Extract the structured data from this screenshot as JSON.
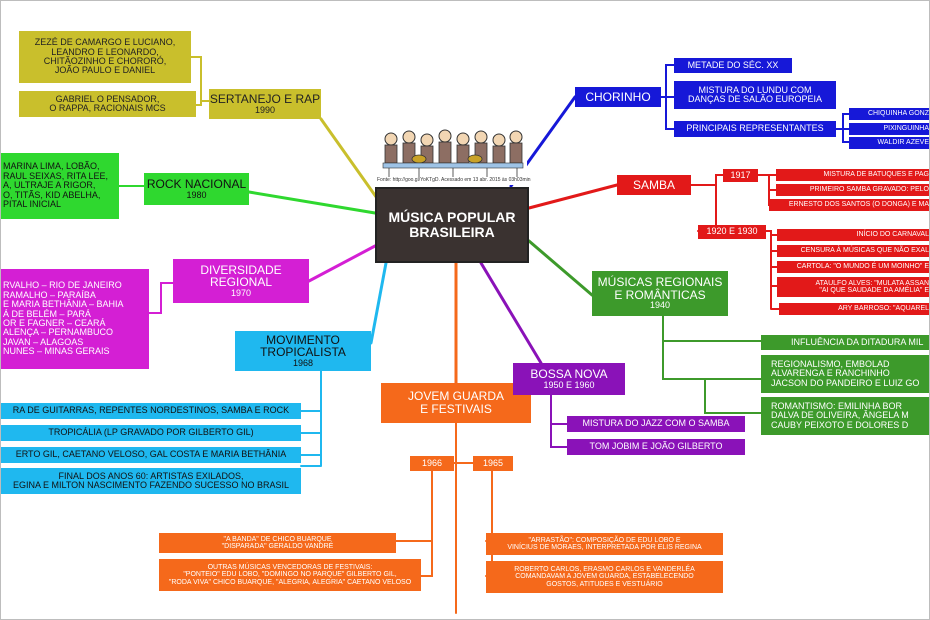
{
  "center": {
    "lines": [
      "MÚSICA POPULAR",
      "BRASILEIRA"
    ]
  },
  "source_caption": "Fonte: http://goo.gl/YoKTgD. Acessado em 13 abr. 2015 às 03h03min",
  "sertanejo": {
    "title": "SERTANEJO E RAP",
    "year": "1990",
    "item1": [
      "ZEZÉ DE CAMARGO E LUCIANO,",
      "LEANDRO E LEONARDO,",
      "CHITÃOZINHO E CHORORÓ,",
      "JOÃO PAULO E DANIEL"
    ],
    "item2": [
      "GABRIEL O PENSADOR,",
      "O RAPPA, RACIONAIS MCS"
    ]
  },
  "rock": {
    "title": "ROCK NACIONAL",
    "year": "1980",
    "item": [
      "MARINA LIMA, LOBÃO,",
      "RAUL SEIXAS, RITA LEE,",
      "A, ULTRAJE A RIGOR,",
      "O, TITÃS, KID ABELHA,",
      "PITAL INICIAL"
    ]
  },
  "diversidade": {
    "title": [
      "DIVERSIDADE",
      "REGIONAL"
    ],
    "year": "1970",
    "item": [
      "RVALHO – RIO DE JANEIRO",
      "RAMALHO – PARAÍBA",
      "E MARIA BETHÂNIA – BAHIA",
      "Á DE BELÉM – PARÁ",
      "OR E FAGNER – CEARÁ",
      "ALENÇA – PERNAMBUCO",
      "JAVAN – ALAGOAS",
      "NUNES – MINAS GERAIS"
    ]
  },
  "tropicalista": {
    "title": [
      "MOVIMENTO",
      "TROPICALISTA"
    ],
    "year": "1968",
    "items": [
      [
        "RA DE GUITARRAS, REPENTES NORDESTINOS, SAMBA E ROCK"
      ],
      [
        "TROPICÁLIA (LP GRAVADO POR GILBERTO GIL)"
      ],
      [
        "ERTO GIL, CAETANO VELOSO, GAL COSTA E MARIA BETHÂNIA"
      ],
      [
        "FINAL DOS ANOS 60: ARTISTAS EXILADOS,",
        "EGINA E MILTON NASCIMENTO FAZENDO SUCESSO NO BRASIL"
      ]
    ]
  },
  "jovem": {
    "title": [
      "JOVEM GUARDA",
      "E FESTIVAIS"
    ],
    "y1966": "1966",
    "y1965": "1965",
    "left1": [
      "\"A BANDA\" DE CHICO BUARQUE",
      "\"DISPARADA\" GERALDO VANDRÉ"
    ],
    "left2": [
      "OUTRAS MÚSICAS VENCEDORAS DE FESTIVAIS:",
      "\"PONTEIO\" EDU LOBO, \"DOMINGO NO PARQUE\" GILBERTO GIL,",
      "\"RODA VIVA\" CHICO BUARQUE, \"ALEGRIA, ALEGRIA\" CAETANO VELOSO"
    ],
    "right1": [
      "\"ARRASTÃO\": COMPOSIÇÃO DE EDU LOBO E",
      "VINÍCIUS DE MORAES, INTERPRETADA POR ELIS REGINA"
    ],
    "right2": [
      "ROBERTO CARLOS, ERASMO CARLOS E VANDERLÉA",
      "COMANDAVAM A JOVEM GUARDA, ESTABELECENDO",
      "GOSTOS, ATITUDES E VESTUÁRIO"
    ]
  },
  "bossa": {
    "title": "BOSSA NOVA",
    "year": "1950 E 1960",
    "items": [
      "MISTURA DO JAZZ COM O SAMBA",
      "TOM JOBIM E JOÃO GILBERTO"
    ]
  },
  "chorinho": {
    "title": "CHORINHO",
    "items": [
      [
        "METADE DO SÉC. XX"
      ],
      [
        "MISTURA DO LUNDU COM",
        "DANÇAS DE SALÃO EUROPEIA"
      ],
      [
        "PRINCIPAIS REPRESENTANTES"
      ]
    ],
    "reps": [
      "CHIQUINHA GONZ",
      "PIXINGUINHA",
      "WALDIR AZEVE"
    ]
  },
  "samba": {
    "title": "SAMBA",
    "y1917": "1917",
    "y1920": "1920 E 1930",
    "items1917": [
      "MISTURA DE BATUQUES E PAG",
      "PRIMEIRO SAMBA GRAVADO: PELO",
      "ERNESTO DOS SANTOS (O DONGA) E MA"
    ],
    "items1920": [
      [
        "INÍCIO DO CARNAVAL"
      ],
      [
        "CENSURA À MÚSICAS QUE NÃO EXAL"
      ],
      [
        "CARTOLA: \"O MUNDO É UM MOINHO\" E"
      ],
      [
        "ATAULFO ALVES: \"MULATA ASSAN",
        "\"AI QUE SAUDADE DA AMÉLIA\" E"
      ],
      [
        "ARY BARROSO: \"AQUAREL"
      ]
    ]
  },
  "regionais": {
    "title": [
      "MÚSICAS REGIONAIS",
      "E ROMÂNTICAS"
    ],
    "year": "1940",
    "items": [
      [
        "INFLUÊNCIA DA DITADURA MIL"
      ],
      [
        "REGIONALISMO, EMBOLAD",
        "ALVARENGA E RANCHINHO",
        "JACSON DO PANDEIRO E LUIZ GO"
      ],
      [
        "ROMANTISMO: EMILINHA BOR",
        "DALVA DE OLIVEIRA, ÂNGELA M",
        "CAUBY PEIXOTO E DOLORES D"
      ]
    ]
  },
  "colors": {
    "olive": "#c9bf2c",
    "green": "#2fd82f",
    "magenta": "#d41fd4",
    "cyan": "#1fb8ef",
    "orange": "#f5691b",
    "purple": "#8a12b8",
    "blue": "#1618d8",
    "red": "#e21919",
    "lightgreen": "#3d9a2b",
    "center": "#3a3230"
  }
}
